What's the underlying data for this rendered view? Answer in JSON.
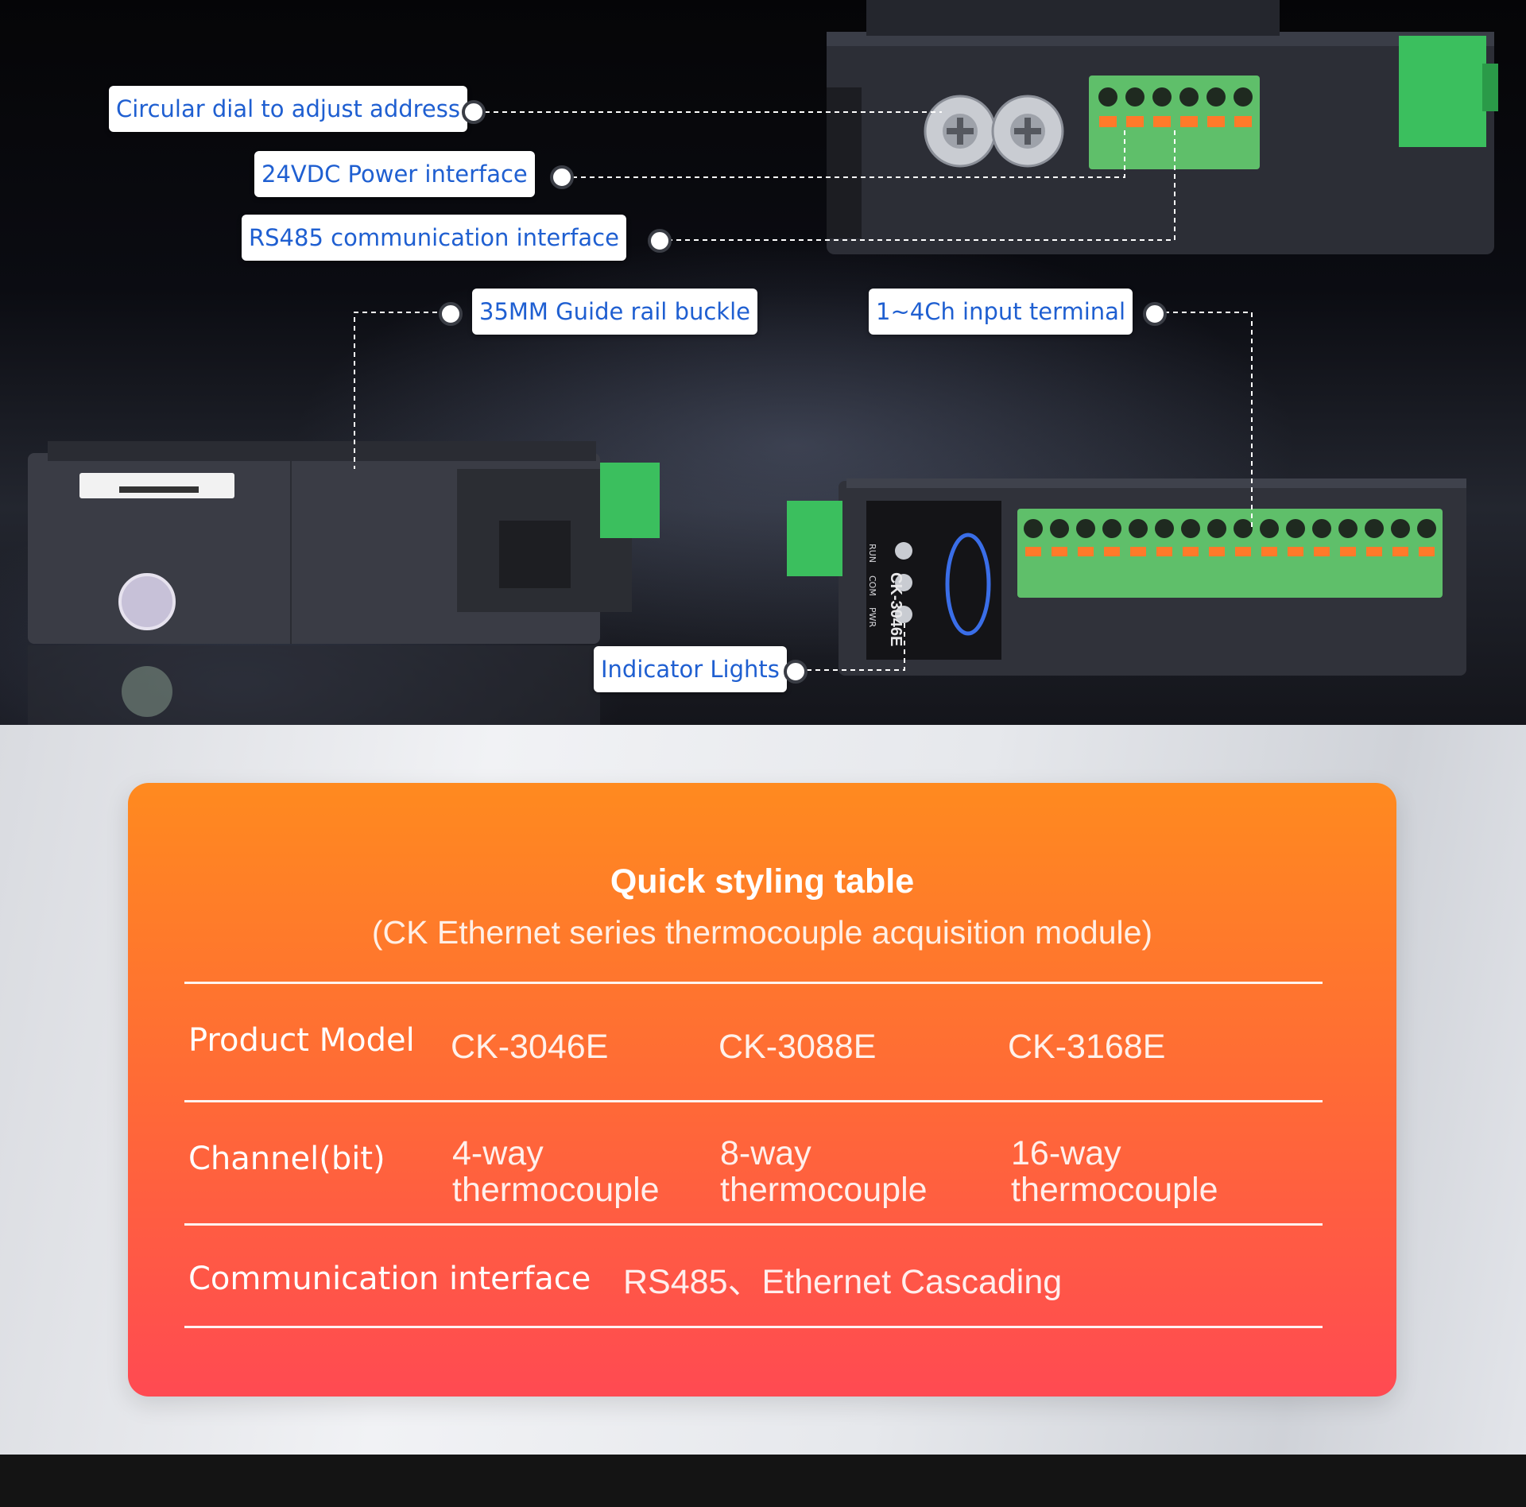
{
  "callouts": {
    "dial": "Circular dial to adjust address",
    "power": "24VDC Power interface",
    "rs485": "RS485 communication interface",
    "rail": "35MM Guide rail buckle",
    "input": "1~4Ch input terminal",
    "lights": "Indicator Lights"
  },
  "device": {
    "model_label": "CK-3046E",
    "led_labels": [
      "RUN",
      "COM",
      "PWR"
    ]
  },
  "table": {
    "title": "Quick styling table",
    "subtitle": "(CK Ethernet series thermocouple acquisition module)",
    "rows": [
      {
        "label": "Product Model",
        "values": [
          "CK-3046E",
          "CK-3088E",
          "CK-3168E"
        ]
      },
      {
        "label": "Channel(bit)",
        "values": [
          "4-way thermocouple",
          "8-way thermocouple",
          "16-way thermocouple"
        ]
      },
      {
        "label": "Communication interface",
        "values": [
          "RS485、Ethernet Cascading"
        ]
      }
    ]
  },
  "colors": {
    "callout_text": "#1f5fd1",
    "card_top": "#ff8a1f",
    "card_bottom": "#ff4a52",
    "terminal_green": "#5fbf6a",
    "terminal_orange": "#ff7a2a"
  }
}
